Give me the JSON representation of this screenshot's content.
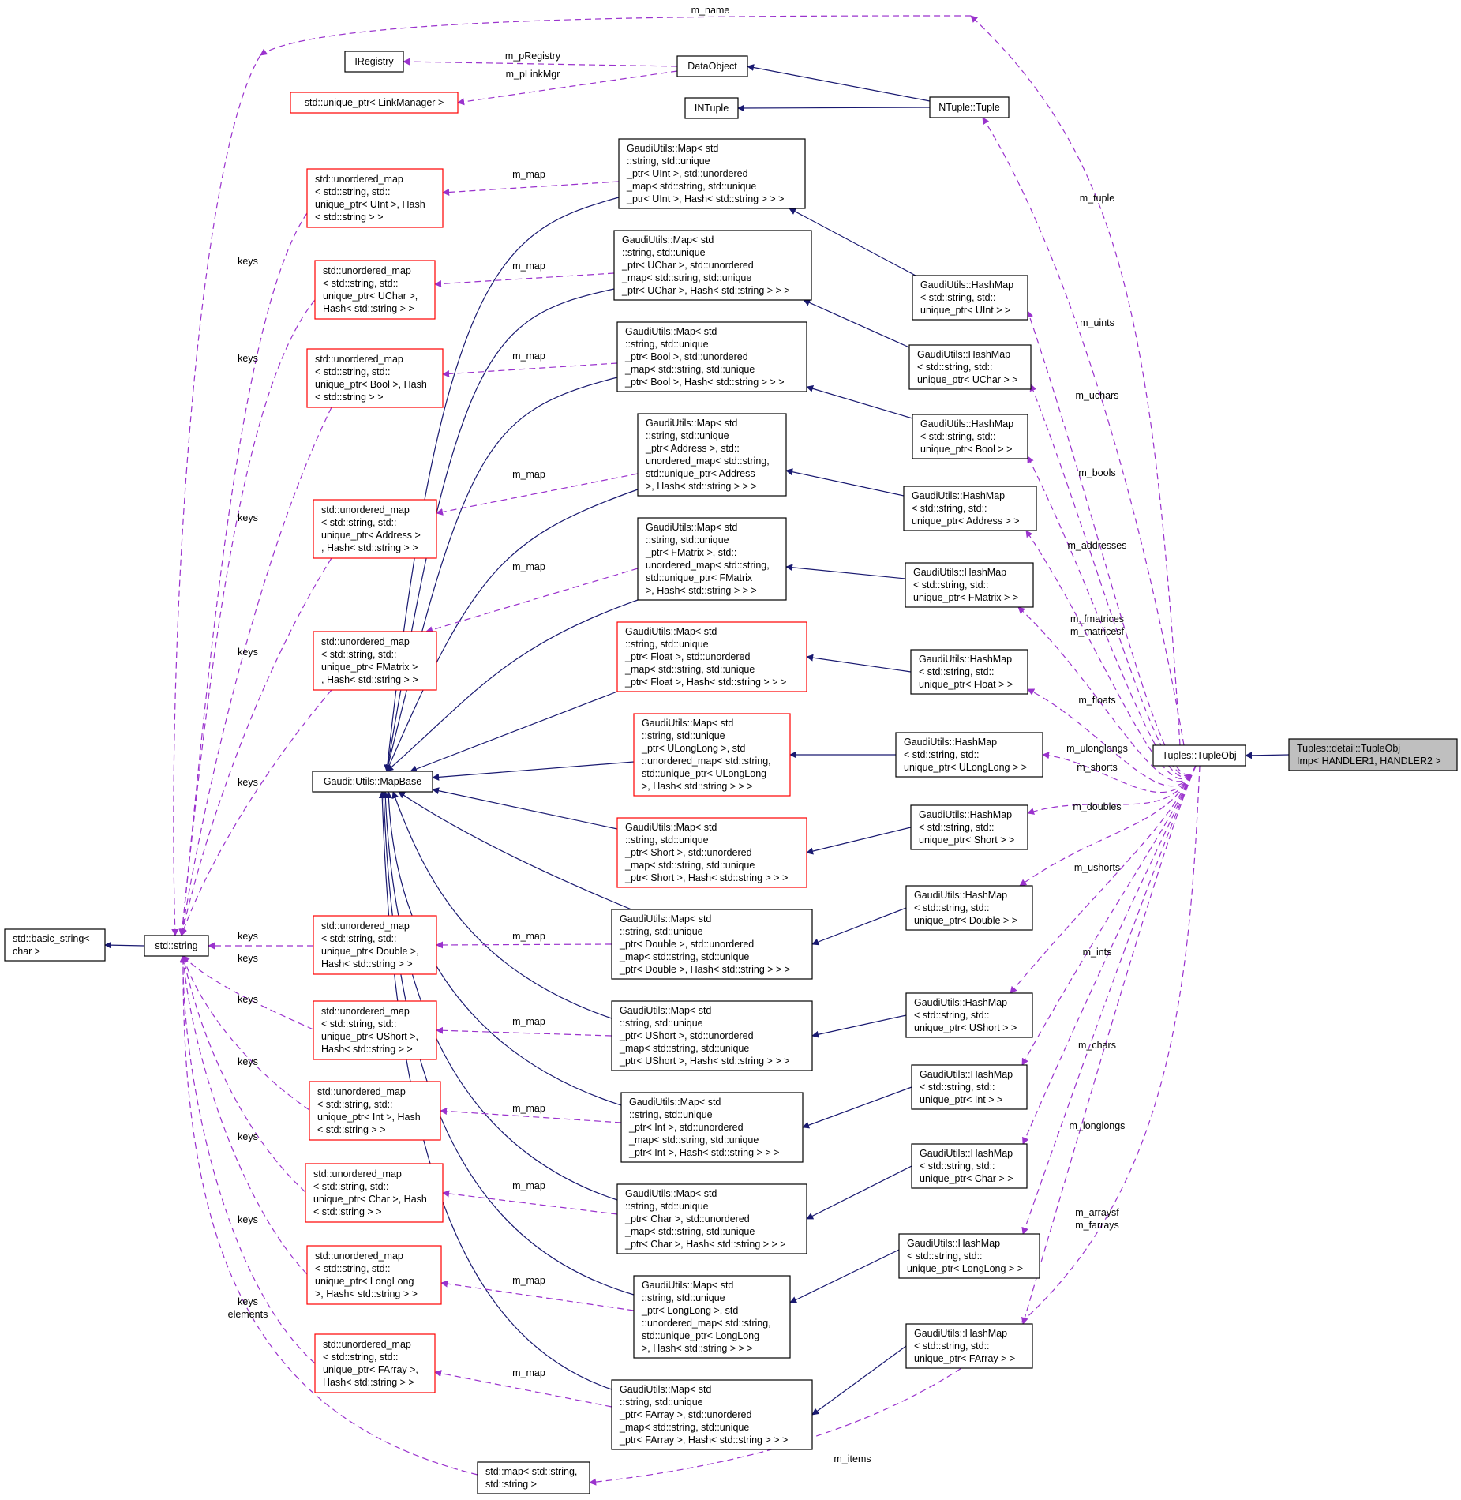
{
  "colors": {
    "inheritance": "#191970",
    "usage": "#9a32cd",
    "node_border": "#000000",
    "undocumented_border": "#ff0000",
    "focus_fill": "#bfbfbf"
  },
  "nodes": [
    {
      "id": "root",
      "lines": [
        "Tuples::detail::TupleObj",
        "Imp< HANDLER1, HANDLER2 >"
      ],
      "style": "focus"
    },
    {
      "id": "tupleobj",
      "lines": [
        "Tuples::TupleObj"
      ],
      "style": "normal"
    },
    {
      "id": "ntuple",
      "lines": [
        "NTuple::Tuple"
      ],
      "style": "normal"
    },
    {
      "id": "dataobject",
      "lines": [
        "DataObject"
      ],
      "style": "normal"
    },
    {
      "id": "intuple",
      "lines": [
        "INTuple"
      ],
      "style": "normal"
    },
    {
      "id": "iregistry",
      "lines": [
        "IRegistry"
      ],
      "style": "normal"
    },
    {
      "id": "linkmgr",
      "lines": [
        "std::unique_ptr< LinkManager >"
      ],
      "style": "red"
    },
    {
      "id": "basicstring",
      "lines": [
        "std::basic_string<",
        "char >"
      ],
      "style": "normal"
    },
    {
      "id": "stdstring",
      "lines": [
        "std::string"
      ],
      "style": "normal"
    },
    {
      "id": "mapbase",
      "lines": [
        "Gaudi::Utils::MapBase"
      ],
      "style": "normal"
    },
    {
      "id": "stdmap",
      "lines": [
        "std::map< std::string,",
        "std::string >"
      ],
      "style": "normal"
    },
    {
      "id": "hm_uint",
      "lines": [
        "GaudiUtils::HashMap",
        "< std::string, std::",
        "unique_ptr< UInt > >"
      ],
      "style": "normal"
    },
    {
      "id": "hm_uchar",
      "lines": [
        "GaudiUtils::HashMap",
        "< std::string, std::",
        "unique_ptr< UChar > >"
      ],
      "style": "normal"
    },
    {
      "id": "hm_bool",
      "lines": [
        "GaudiUtils::HashMap",
        "< std::string, std::",
        "unique_ptr< Bool > >"
      ],
      "style": "normal"
    },
    {
      "id": "hm_address",
      "lines": [
        "GaudiUtils::HashMap",
        "< std::string, std::",
        "unique_ptr< Address > >"
      ],
      "style": "normal"
    },
    {
      "id": "hm_fmatrix",
      "lines": [
        "GaudiUtils::HashMap",
        "< std::string, std::",
        "unique_ptr< FMatrix > >"
      ],
      "style": "normal"
    },
    {
      "id": "hm_float",
      "lines": [
        "GaudiUtils::HashMap",
        "< std::string, std::",
        "unique_ptr< Float > >"
      ],
      "style": "normal"
    },
    {
      "id": "hm_ulonglong",
      "lines": [
        "GaudiUtils::HashMap",
        "< std::string, std::",
        "unique_ptr< ULongLong > >"
      ],
      "style": "normal"
    },
    {
      "id": "hm_short",
      "lines": [
        "GaudiUtils::HashMap",
        "< std::string, std::",
        "unique_ptr< Short > >"
      ],
      "style": "normal"
    },
    {
      "id": "hm_double",
      "lines": [
        "GaudiUtils::HashMap",
        "< std::string, std::",
        "unique_ptr< Double > >"
      ],
      "style": "normal"
    },
    {
      "id": "hm_ushort",
      "lines": [
        "GaudiUtils::HashMap",
        "< std::string, std::",
        "unique_ptr< UShort > >"
      ],
      "style": "normal"
    },
    {
      "id": "hm_int",
      "lines": [
        "GaudiUtils::HashMap",
        "< std::string, std::",
        "unique_ptr< Int > >"
      ],
      "style": "normal"
    },
    {
      "id": "hm_char",
      "lines": [
        "GaudiUtils::HashMap",
        "< std::string, std::",
        "unique_ptr< Char > >"
      ],
      "style": "normal"
    },
    {
      "id": "hm_longlong",
      "lines": [
        "GaudiUtils::HashMap",
        "< std::string, std::",
        "unique_ptr< LongLong > >"
      ],
      "style": "normal"
    },
    {
      "id": "hm_farray",
      "lines": [
        "GaudiUtils::HashMap",
        "< std::string, std::",
        "unique_ptr< FArray > >"
      ],
      "style": "normal"
    },
    {
      "id": "m_uint",
      "lines": [
        "GaudiUtils::Map< std",
        "::string, std::unique",
        "_ptr< UInt >, std::unordered",
        "_map< std::string, std::unique",
        "_ptr< UInt >, Hash< std::string > > >"
      ],
      "style": "normal"
    },
    {
      "id": "m_uchar",
      "lines": [
        "GaudiUtils::Map< std",
        "::string, std::unique",
        "_ptr< UChar >, std::unordered",
        "_map< std::string, std::unique",
        "_ptr< UChar >, Hash< std::string > > >"
      ],
      "style": "normal"
    },
    {
      "id": "m_bool",
      "lines": [
        "GaudiUtils::Map< std",
        "::string, std::unique",
        "_ptr< Bool >, std::unordered",
        "_map< std::string, std::unique",
        "_ptr< Bool >, Hash< std::string > > >"
      ],
      "style": "normal"
    },
    {
      "id": "m_address",
      "lines": [
        "GaudiUtils::Map< std",
        "::string, std::unique",
        "_ptr< Address >, std::",
        "unordered_map< std::string,",
        "std::unique_ptr< Address",
        ">, Hash< std::string > > >"
      ],
      "style": "normal"
    },
    {
      "id": "m_fmatrix",
      "lines": [
        "GaudiUtils::Map< std",
        "::string, std::unique",
        "_ptr< FMatrix >, std::",
        "unordered_map< std::string,",
        "std::unique_ptr< FMatrix",
        ">, Hash< std::string > > >"
      ],
      "style": "normal"
    },
    {
      "id": "m_float",
      "lines": [
        "GaudiUtils::Map< std",
        "::string, std::unique",
        "_ptr< Float >, std::unordered",
        "_map< std::string, std::unique",
        "_ptr< Float >, Hash< std::string > > >"
      ],
      "style": "red"
    },
    {
      "id": "m_ulonglong",
      "lines": [
        "GaudiUtils::Map< std",
        "::string, std::unique",
        "_ptr< ULongLong >, std",
        "::unordered_map< std::string,",
        "std::unique_ptr< ULongLong",
        ">, Hash< std::string > > >"
      ],
      "style": "red"
    },
    {
      "id": "m_short",
      "lines": [
        "GaudiUtils::Map< std",
        "::string, std::unique",
        "_ptr< Short >, std::unordered",
        "_map< std::string, std::unique",
        "_ptr< Short >, Hash< std::string > > >"
      ],
      "style": "red"
    },
    {
      "id": "m_double",
      "lines": [
        "GaudiUtils::Map< std",
        "::string, std::unique",
        "_ptr< Double >, std::unordered",
        "_map< std::string, std::unique",
        "_ptr< Double >, Hash< std::string > > >"
      ],
      "style": "normal"
    },
    {
      "id": "m_ushort",
      "lines": [
        "GaudiUtils::Map< std",
        "::string, std::unique",
        "_ptr< UShort >, std::unordered",
        "_map< std::string, std::unique",
        "_ptr< UShort >, Hash< std::string > > >"
      ],
      "style": "normal"
    },
    {
      "id": "m_int",
      "lines": [
        "GaudiUtils::Map< std",
        "::string, std::unique",
        "_ptr< Int >, std::unordered",
        "_map< std::string, std::unique",
        "_ptr< Int >, Hash< std::string > > >"
      ],
      "style": "normal"
    },
    {
      "id": "m_char",
      "lines": [
        "GaudiUtils::Map< std",
        "::string, std::unique",
        "_ptr< Char >, std::unordered",
        "_map< std::string, std::unique",
        "_ptr< Char >, Hash< std::string > > >"
      ],
      "style": "normal"
    },
    {
      "id": "m_longlong",
      "lines": [
        "GaudiUtils::Map< std",
        "::string, std::unique",
        "_ptr< LongLong >, std",
        "::unordered_map< std::string,",
        "std::unique_ptr< LongLong",
        ">, Hash< std::string > > >"
      ],
      "style": "normal"
    },
    {
      "id": "m_farray",
      "lines": [
        "GaudiUtils::Map< std",
        "::string, std::unique",
        "_ptr< FArray >, std::unordered",
        "_map< std::string, std::unique",
        "_ptr< FArray >, Hash< std::string > > >"
      ],
      "style": "normal"
    },
    {
      "id": "um_uint",
      "lines": [
        "std::unordered_map",
        "< std::string, std::",
        "unique_ptr< UInt >, Hash",
        "< std::string > >"
      ],
      "style": "red"
    },
    {
      "id": "um_uchar",
      "lines": [
        "std::unordered_map",
        "< std::string, std::",
        "unique_ptr< UChar >,",
        "Hash< std::string > >"
      ],
      "style": "red"
    },
    {
      "id": "um_bool",
      "lines": [
        "std::unordered_map",
        "< std::string, std::",
        "unique_ptr< Bool >, Hash",
        "< std::string > >"
      ],
      "style": "red"
    },
    {
      "id": "um_address",
      "lines": [
        "std::unordered_map",
        "< std::string, std::",
        "unique_ptr< Address >",
        ", Hash< std::string > >"
      ],
      "style": "red"
    },
    {
      "id": "um_fmatrix",
      "lines": [
        "std::unordered_map",
        "< std::string, std::",
        "unique_ptr< FMatrix >",
        ", Hash< std::string > >"
      ],
      "style": "red"
    },
    {
      "id": "um_double",
      "lines": [
        "std::unordered_map",
        "< std::string, std::",
        "unique_ptr< Double >,",
        "Hash< std::string > >"
      ],
      "style": "red"
    },
    {
      "id": "um_ushort",
      "lines": [
        "std::unordered_map",
        "< std::string, std::",
        "unique_ptr< UShort >,",
        "Hash< std::string > >"
      ],
      "style": "red"
    },
    {
      "id": "um_int",
      "lines": [
        "std::unordered_map",
        "< std::string, std::",
        "unique_ptr< Int >, Hash",
        "< std::string > >"
      ],
      "style": "red"
    },
    {
      "id": "um_char",
      "lines": [
        "std::unordered_map",
        "< std::string, std::",
        "unique_ptr< Char >, Hash",
        "< std::string > >"
      ],
      "style": "red"
    },
    {
      "id": "um_longlong",
      "lines": [
        "std::unordered_map",
        "< std::string, std::",
        "unique_ptr< LongLong",
        ">, Hash< std::string > >"
      ],
      "style": "red"
    },
    {
      "id": "um_farray",
      "lines": [
        "std::unordered_map",
        "< std::string, std::",
        "unique_ptr< FArray >,",
        "Hash< std::string > >"
      ],
      "style": "red"
    }
  ],
  "edge_labels": {
    "m_name": "m_name",
    "m_pRegistry": "m_pRegistry",
    "m_pLinkMgr": "m_pLinkMgr",
    "m_tuple": "m_tuple",
    "m_uints": "m_uints",
    "m_uchars": "m_uchars",
    "m_bools": "m_bools",
    "m_addresses": "m_addresses",
    "m_fmatrices": "m_fmatrices",
    "m_matricesf": "m_matricesf",
    "m_floats": "m_floats",
    "m_ulonglongs": "m_ulonglongs",
    "m_shorts": "m_shorts",
    "m_doubles": "m_doubles",
    "m_ushorts": "m_ushorts",
    "m_ints": "m_ints",
    "m_chars": "m_chars",
    "m_longlongs": "m_longlongs",
    "m_arraysf": "m_arraysf",
    "m_farrays": "m_farrays",
    "m_items": "m_items",
    "m_map": "m_map",
    "keys": "keys",
    "elements": "elements"
  }
}
